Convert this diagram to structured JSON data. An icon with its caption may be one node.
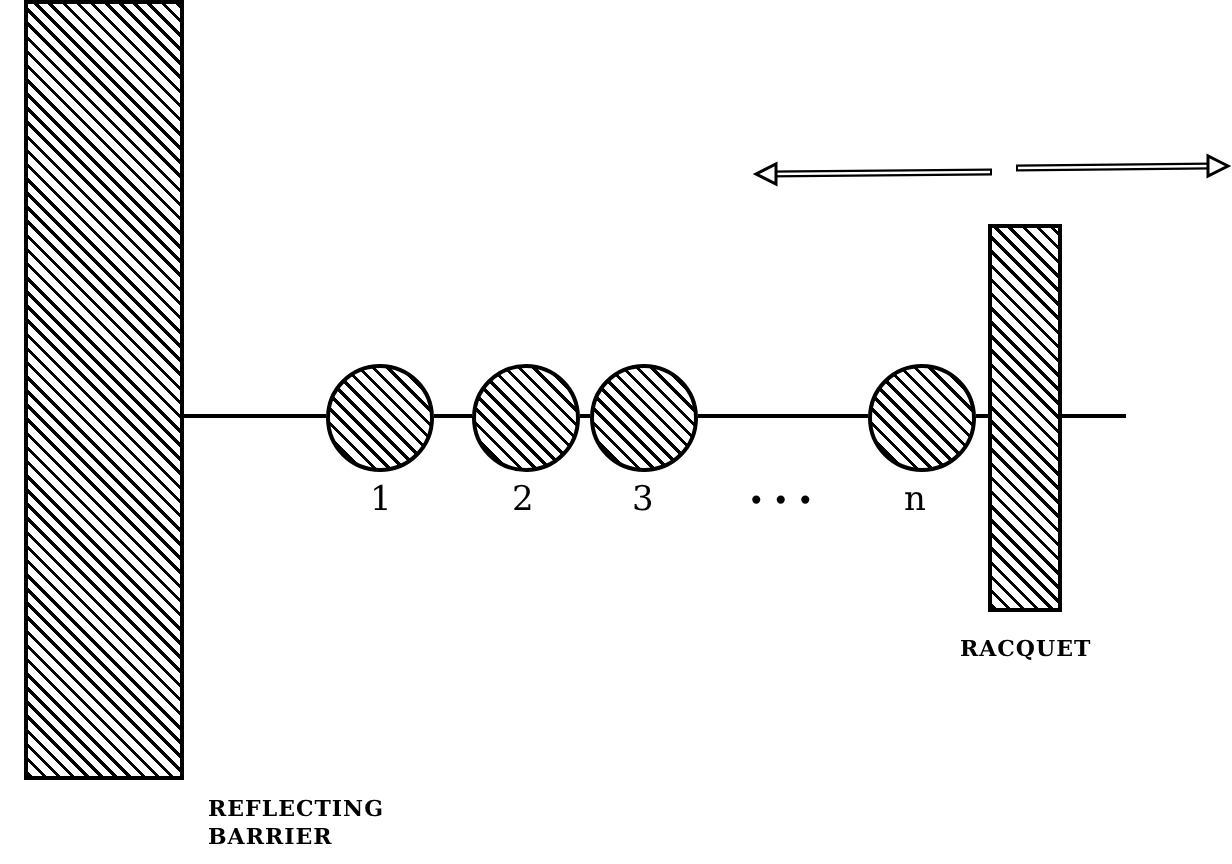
{
  "diagram": {
    "nodes": [
      {
        "text": [],
        "shape": "box",
        "beside": [
          "REFLECTING BARRIER"
        ]
      },
      {
        "text": [],
        "shape": "circle",
        "beside": [
          "1"
        ]
      },
      {
        "text": [],
        "shape": "circle",
        "beside": [
          "2"
        ]
      },
      {
        "text": [],
        "shape": "circle",
        "beside": [
          "3"
        ]
      },
      {
        "text": [],
        "shape": "circle",
        "beside": [
          "n"
        ]
      },
      {
        "text": [],
        "shape": "bar",
        "beside": [
          "RACQUET"
        ]
      }
    ],
    "edges": [
      {
        "from": 0,
        "to": 1,
        "arrow": "none"
      },
      {
        "from": 1,
        "to": 2,
        "arrow": "none"
      },
      {
        "from": 2,
        "to": 3,
        "arrow": "none"
      },
      {
        "from": 3,
        "to": 4,
        "arrow": "none"
      },
      {
        "from": 4,
        "to": 5,
        "arrow": "none"
      },
      {
        "from": 5,
        "to": null,
        "arrow": "none"
      }
    ],
    "labels": [
      "•••"
    ]
  }
}
